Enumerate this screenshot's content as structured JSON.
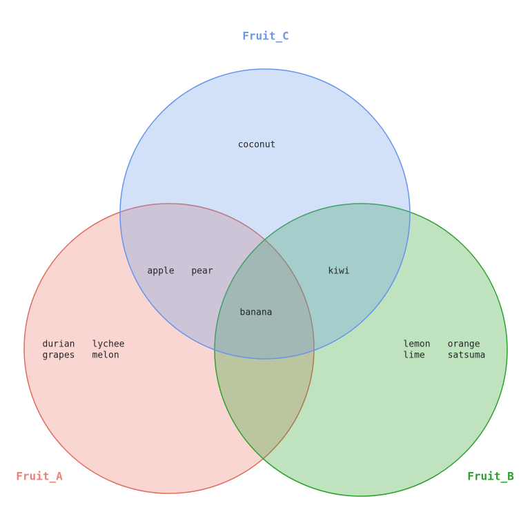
{
  "diagram": {
    "type": "venn3",
    "sets": {
      "a": {
        "label": "Fruit_A",
        "color": "#e8837a"
      },
      "b": {
        "label": "Fruit_B",
        "color": "#2ca02c"
      },
      "c": {
        "label": "Fruit_C",
        "color": "#7097e3"
      }
    },
    "colors": {
      "a_fill": "#f0766a",
      "a_stroke": "#e06c5f",
      "b_fill": "#2ca02c",
      "b_stroke": "#2ca02c",
      "c_fill": "#6b9ce8",
      "c_stroke": "#6495ed"
    },
    "regions": {
      "c_only": "coconut",
      "a_and_c": {
        "item1": "apple",
        "item2": "pear"
      },
      "b_and_c": "kiwi",
      "a_and_b_and_c": "banana",
      "a_only": {
        "col1": "durian\ngrapes",
        "col2": "lychee\nmelon"
      },
      "b_only": {
        "col1": "lemon\nlime",
        "col2": "orange\nsatsuma"
      }
    }
  }
}
